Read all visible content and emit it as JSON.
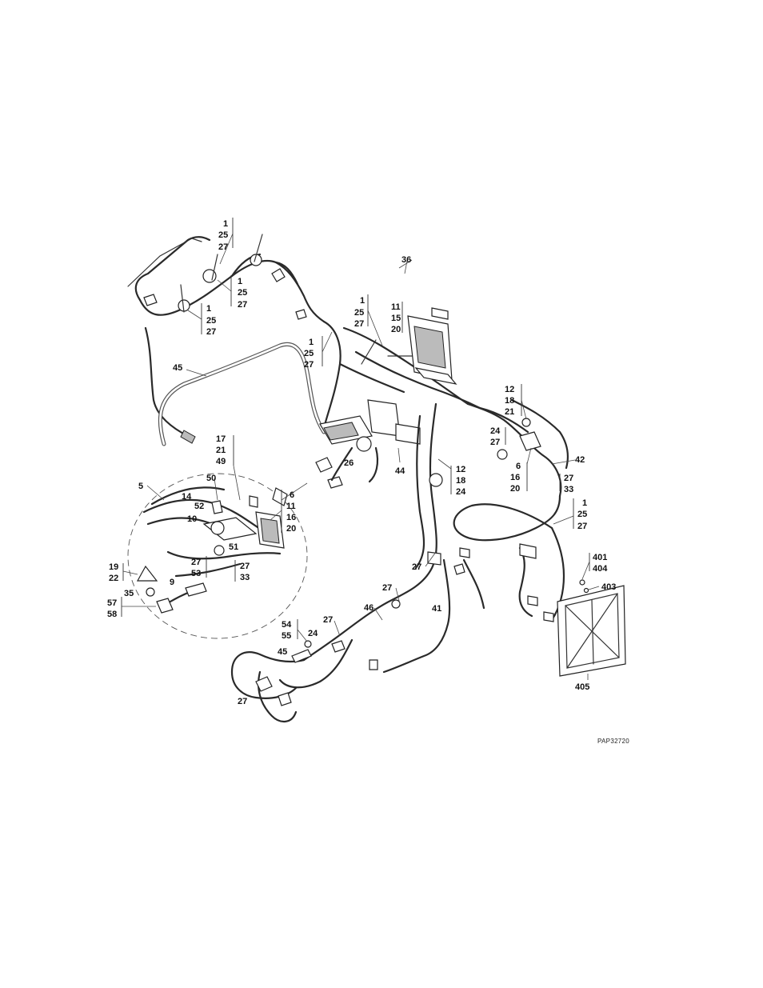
{
  "figure": {
    "id_label": "PAP32720"
  },
  "callouts": {
    "top_1_25_27": [
      "1",
      "25",
      "27"
    ],
    "mid_1_25_27_a": [
      "1",
      "25",
      "27"
    ],
    "left_1_25_27": [
      "1",
      "25",
      "27"
    ],
    "center_1_25_27": [
      "1",
      "25",
      "27"
    ],
    "center_left_1_25_27": [
      "1",
      "25",
      "27"
    ],
    "ecu_11_15_20": [
      "11",
      "15",
      "20"
    ],
    "right_12_18_21": [
      "12",
      "18",
      "21"
    ],
    "right_24_27": [
      "24",
      "27"
    ],
    "right_6_16_20": [
      "6",
      "16",
      "20"
    ],
    "right_27_33": [
      "27",
      "33"
    ],
    "right_1_25_27": [
      "1",
      "25",
      "27"
    ],
    "mid_12_18_24": [
      "12",
      "18",
      "24"
    ],
    "detail_17_21_49": [
      "17",
      "21",
      "49"
    ],
    "detail_6_11_16_20": [
      "6",
      "11",
      "16",
      "20"
    ],
    "detail_27_53": [
      "27",
      "53"
    ],
    "detail_27_33": [
      "27",
      "33"
    ],
    "detail_19_22": [
      "19",
      "22"
    ],
    "detail_57_58": [
      "57",
      "58"
    ],
    "plate_401_404": [
      "401",
      "404"
    ],
    "bottom_54_55": [
      "54",
      "55"
    ]
  },
  "single_labels": {
    "l45_top": "45",
    "l36": "36",
    "l26": "26",
    "l44": "44",
    "l42": "42",
    "l5": "5",
    "l14": "14",
    "l50": "50",
    "l52": "52",
    "l10": "10",
    "l51": "51",
    "l9": "9",
    "l35": "35",
    "l27_mid": "27",
    "l27_lower": "27",
    "l46": "46",
    "l41": "41",
    "l27_bottom": "27",
    "l24_bottom": "24",
    "l45_bottom": "45",
    "l27_left_bottom": "27",
    "l403": "403",
    "l405": "405"
  }
}
